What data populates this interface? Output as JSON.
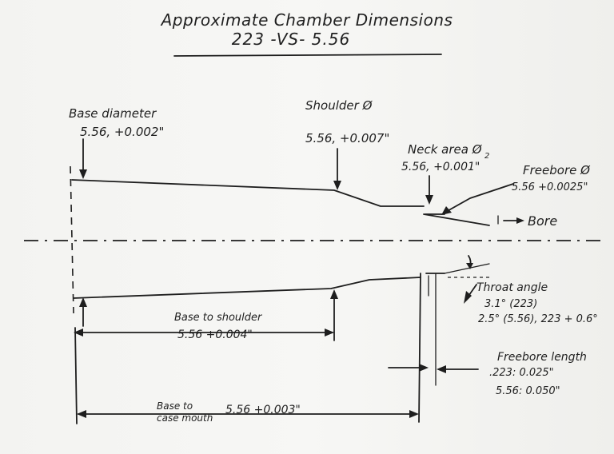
{
  "title": {
    "line1": "Approximate Chamber Dimensions",
    "line2": "223 -VS- 5.56"
  },
  "labels": {
    "base_diameter": "Base diameter",
    "base_diameter_value": "5.56, +0.002\"",
    "shoulder_dia": "Shoulder Ø",
    "shoulder_value": "5.56, +0.007\"",
    "neck_area": "Neck area Ø",
    "neck_sub": "2",
    "neck_value": "5.56, +0.001\"",
    "freebore_dia": "Freebore Ø",
    "freebore_value": "5.56 +0.0025\"",
    "bore": "Bore",
    "throat_angle": "Throat angle",
    "throat_223": "3.1° (223)",
    "throat_556": "2.5° (5.56), 223 + 0.6°",
    "base_to_shoulder": "Base to shoulder",
    "base_to_shoulder_value": "5.56 +0.004\"",
    "freebore_length": "Freebore length",
    "freebore_223": ".223: 0.025\"",
    "freebore_556": "5.56: 0.050\"",
    "base_to_mouth_1": "Base to",
    "base_to_mouth_2": "case mouth",
    "base_to_mouth_value": "5.56 +0.003\""
  }
}
